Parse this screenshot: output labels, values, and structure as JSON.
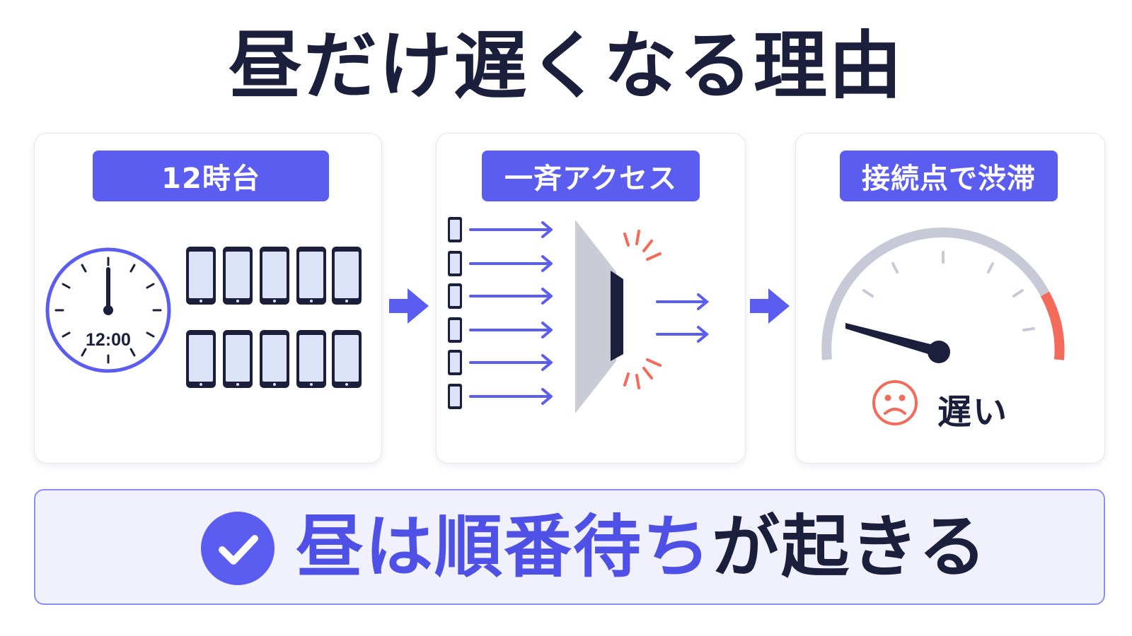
{
  "title": "昼だけ遅くなる理由",
  "steps": [
    {
      "label": "12時台",
      "clock_time": "12:00"
    },
    {
      "label": "一斉アクセス"
    },
    {
      "label": "接続点で渋滞",
      "status_text": "遅い"
    }
  ],
  "result": {
    "highlight": "昼は順番待ち",
    "rest": "が起きる"
  },
  "icons": [
    "clock-icon",
    "smartphone-icon",
    "arrow-right-icon",
    "funnel-icon",
    "speedometer-icon",
    "sad-face-icon",
    "check-circle-icon"
  ],
  "colors": {
    "accent": "#5b5cf0",
    "dark": "#1b1f3b",
    "warning": "#f26b5b",
    "phone_screen": "#dde3f8",
    "gauge_track": "#c7cad6",
    "result_bg": "#f1f1fd"
  }
}
